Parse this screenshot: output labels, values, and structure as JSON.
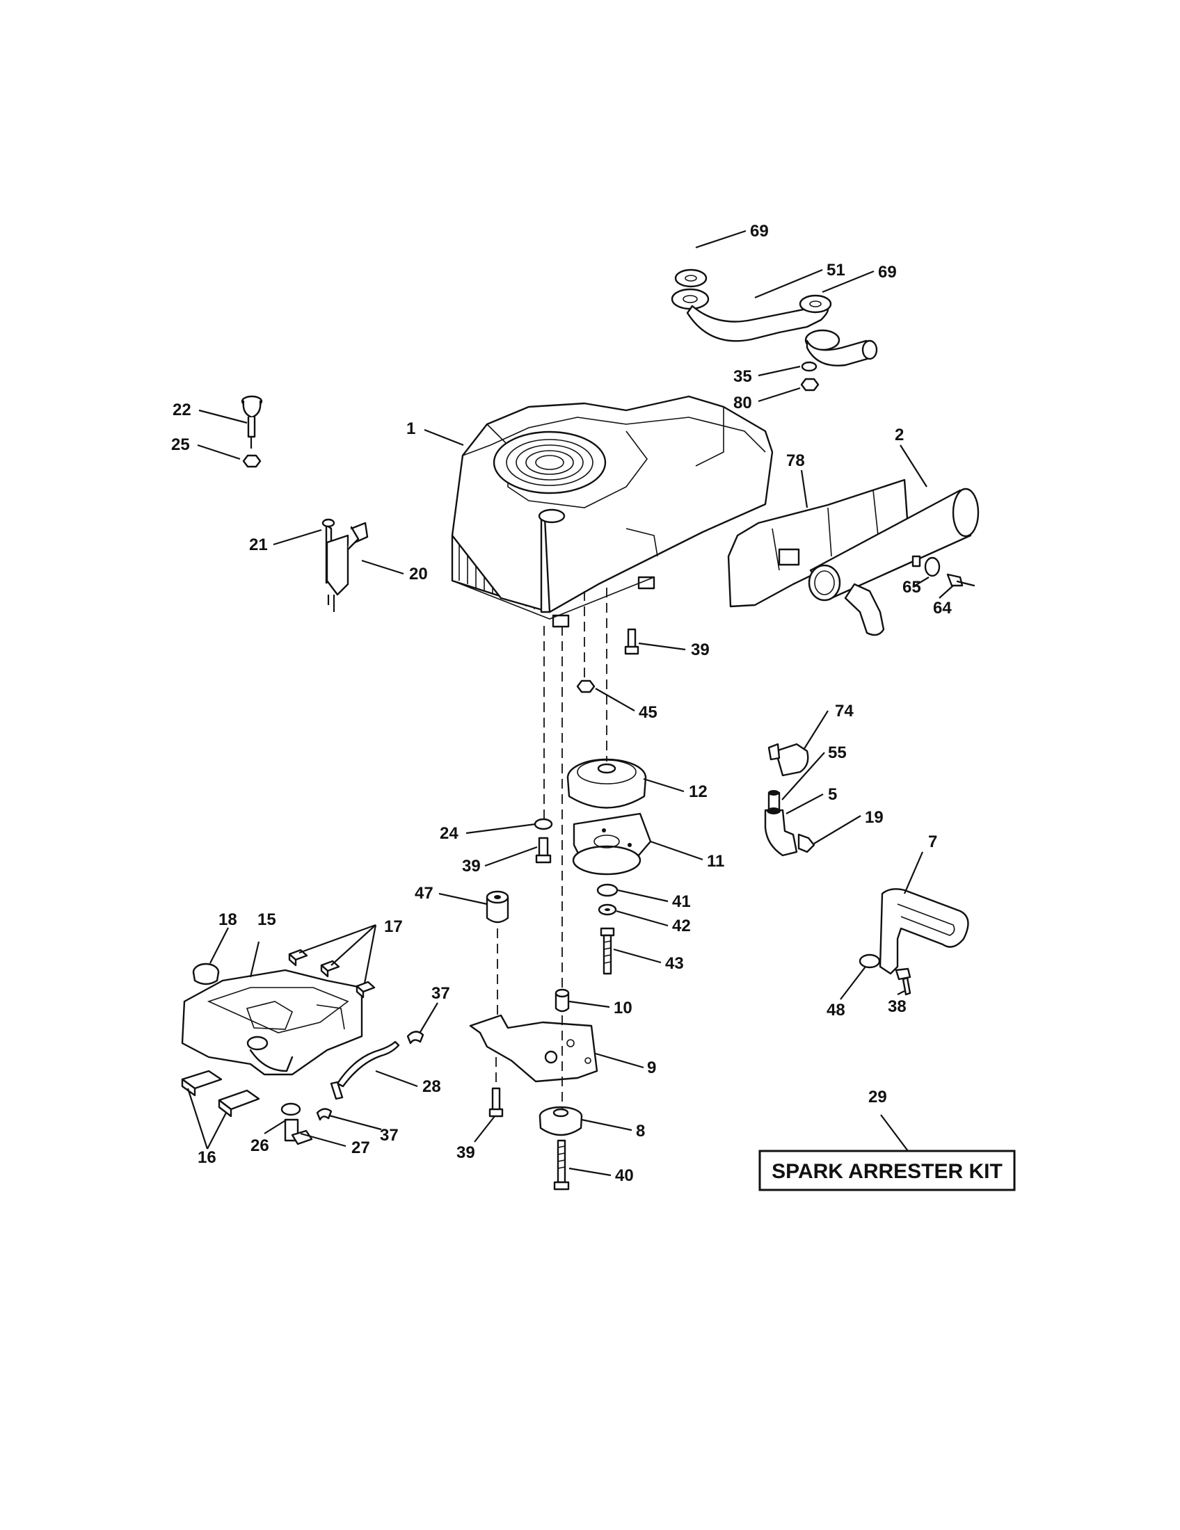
{
  "callouts": {
    "c1": "1",
    "c2": "2",
    "c5": "5",
    "c7": "7",
    "c8": "8",
    "c9": "9",
    "c10": "10",
    "c11": "11",
    "c12": "12",
    "c15": "15",
    "c16": "16",
    "c17": "17",
    "c18": "18",
    "c19": "19",
    "c20": "20",
    "c21": "21",
    "c22": "22",
    "c24": "24",
    "c25": "25",
    "c26": "26",
    "c27": "27",
    "c28": "28",
    "c29": "29",
    "c35": "35",
    "c37a": "37",
    "c37b": "37",
    "c38": "38",
    "c39a": "39",
    "c39b": "39",
    "c39c": "39",
    "c40": "40",
    "c41": "41",
    "c42": "42",
    "c43": "43",
    "c45": "45",
    "c47": "47",
    "c48": "48",
    "c51": "51",
    "c55": "55",
    "c64": "64",
    "c65": "65",
    "c69a": "69",
    "c69b": "69",
    "c74": "74",
    "c78": "78",
    "c80": "80"
  },
  "kit": {
    "label": "SPARK ARRESTER KIT"
  }
}
